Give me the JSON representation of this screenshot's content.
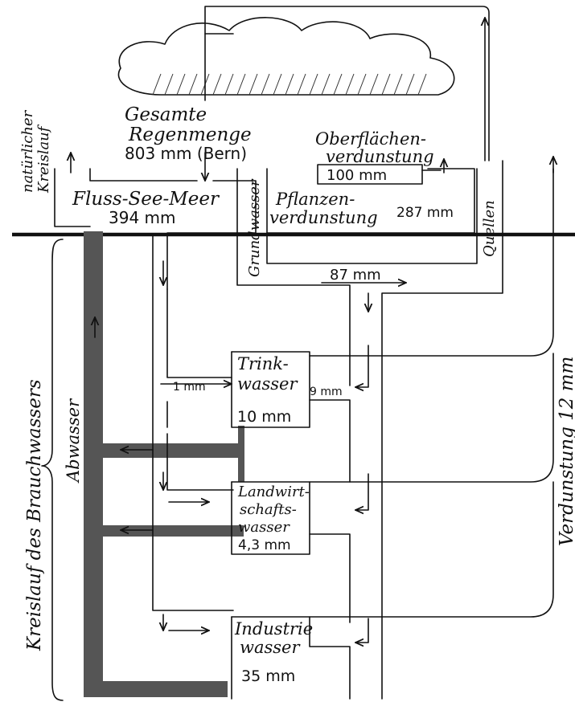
{
  "labels": {
    "natuerlicher_kreislauf_1": "natürlicher",
    "natuerlicher_kreislauf_2": "Kreislauf",
    "gesamte_regenmenge_1": "Gesamte",
    "gesamte_regenmenge_2": "Regenmenge",
    "gesamte_regenmenge_3": "803 mm (Bern)",
    "oberflaechen_1": "Oberflächen-",
    "oberflaechen_2": "verdunstung",
    "oberflaechen_value": "100 mm",
    "fluss_see_meer": "Fluss-See-Meer",
    "fluss_value": "394 mm",
    "pflanzen_1": "Pflanzen-",
    "pflanzen_2": "verdunstung",
    "pflanzen_value": "287 mm",
    "grundwasser": "Grundwasser",
    "quellen": "Quellen",
    "grund_value": "87 mm",
    "kreislauf_brauchwasser": "Kreislauf des Brauchwassers",
    "abwasser": "Abwasser",
    "verdunstung": "Verdunstung 12 mm",
    "trink_1": "Trink-",
    "trink_2": "wasser",
    "trink_value": "10 mm",
    "trink_in_left": "1 mm",
    "trink_in_right": "9 mm",
    "land_1": "Landwirt-",
    "land_2": "schafts-",
    "land_3": "wasser",
    "land_value": "4,3 mm",
    "ind_1": "Industrie",
    "ind_2": "wasser",
    "ind_value": "35 mm"
  },
  "colors": {
    "ink": "#111111",
    "sewer": "#555555",
    "paper": "#ffffff"
  }
}
